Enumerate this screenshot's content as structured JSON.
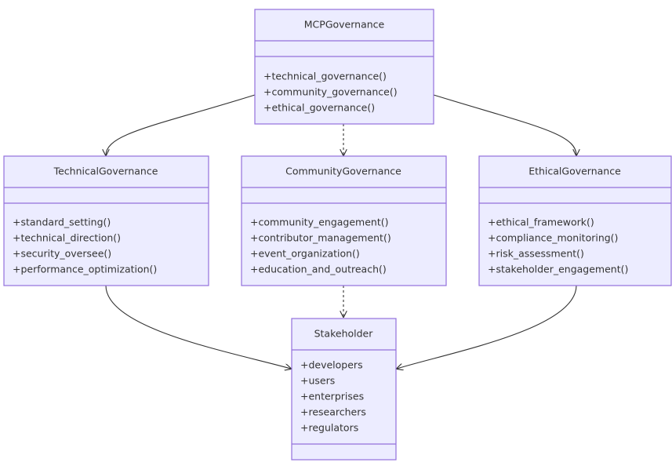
{
  "diagram": {
    "classes": {
      "mcp": {
        "name": "MCPGovernance",
        "attributes": [],
        "methods": [
          "+technical_governance()",
          "+community_governance()",
          "+ethical_governance()"
        ]
      },
      "technical": {
        "name": "TechnicalGovernance",
        "attributes": [],
        "methods": [
          "+standard_setting()",
          "+technical_direction()",
          "+security_oversee()",
          "+performance_optimization()"
        ]
      },
      "community": {
        "name": "CommunityGovernance",
        "attributes": [],
        "methods": [
          "+community_engagement()",
          "+contributor_management()",
          "+event_organization()",
          "+education_and_outreach()"
        ]
      },
      "ethical": {
        "name": "EthicalGovernance",
        "attributes": [],
        "methods": [
          "+ethical_framework()",
          "+compliance_monitoring()",
          "+risk_assessment()",
          "+stakeholder_engagement()"
        ]
      },
      "stakeholder": {
        "name": "Stakeholder",
        "attributes": [
          "+developers",
          "+users",
          "+enterprises",
          "+researchers",
          "+regulators"
        ],
        "methods": []
      }
    },
    "colors": {
      "box_fill": "#ececff",
      "box_stroke": "#9370db",
      "text": "#333333",
      "edge": "#333333"
    }
  }
}
